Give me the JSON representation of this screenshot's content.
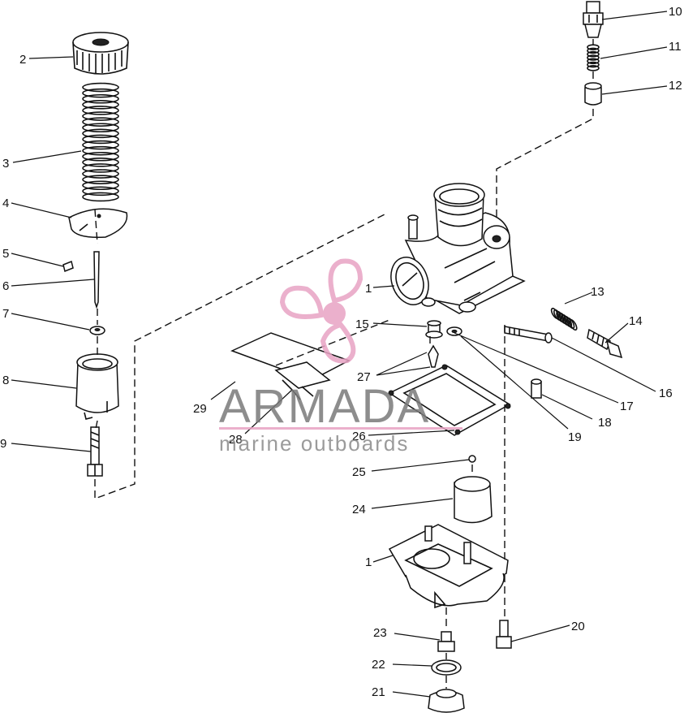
{
  "watermark": {
    "brand": "ARMADA",
    "tagline": "marine outboards",
    "logo_color": "#e8a3c4",
    "text_color": "#7a7a7a"
  },
  "callouts": {
    "c1a": "1",
    "c1b": "1",
    "c2": "2",
    "c3": "3",
    "c4": "4",
    "c5": "5",
    "c6": "6",
    "c7": "7",
    "c8": "8",
    "c9": "9",
    "c10": "10",
    "c11": "11",
    "c12": "12",
    "c13": "13",
    "c14": "14",
    "c15": "15",
    "c16": "16",
    "c17": "17",
    "c18": "18",
    "c19": "19",
    "c20": "20",
    "c21": "21",
    "c22": "22",
    "c23": "23",
    "c24": "24",
    "c25": "25",
    "c26": "26",
    "c27": "27",
    "c28": "28",
    "c29": "29"
  }
}
